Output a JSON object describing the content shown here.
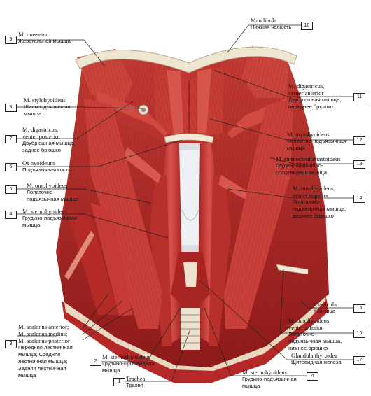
{
  "labels": [
    {
      "id": "masseter",
      "num": "9",
      "la": "M. masseter",
      "ru": [
        "Жевательная мышца"
      ]
    },
    {
      "id": "stylohyoideus",
      "num": "8",
      "la": "M. stylohyoideus",
      "ru": [
        "Шилоподъязычная",
        "мышца"
      ]
    },
    {
      "id": "digastricus-post",
      "num": "7",
      "la": "M. digastricus,",
      "la2": "venter posterior",
      "ru": [
        "Двубрюшная мышца,",
        "заднее брюшко"
      ]
    },
    {
      "id": "os-hyoideum",
      "num": "6",
      "la": "Os hyoideum",
      "ru": [
        "Подъязычная кость"
      ]
    },
    {
      "id": "omohyoideus",
      "num": "5",
      "la": "M. omohyoideus",
      "ru": [
        "Лопаточно-",
        "подъязычная мышца"
      ]
    },
    {
      "id": "sternohyoideus-l",
      "num": "4",
      "la": "M. sternohyoideus",
      "ru": [
        "Грудино-подъязычная",
        "мышца"
      ]
    },
    {
      "id": "scaleni",
      "num": "3",
      "la": "M. scalenus anterior;",
      "la2": "M. scalenus medius;",
      "la3": "M. scalenus posterior",
      "ru": [
        "Передняя лестничная",
        "мышца; Средняя",
        "лестничная мышца;",
        "Задняя лестничная",
        "мышца"
      ]
    },
    {
      "id": "sternothyroideus",
      "num": "2",
      "la": "M. sternothyroideus",
      "ru": [
        "Грудино-щитовидная",
        "мышца"
      ]
    },
    {
      "id": "trachea",
      "num": "1",
      "la": "Trachea",
      "ru": [
        "Трахея"
      ]
    },
    {
      "id": "mandibula",
      "num": "10",
      "la": "Mandibula",
      "ru": [
        "Нижняя челюсть"
      ]
    },
    {
      "id": "digastricus-ant",
      "num": "11",
      "la": "M. digastricus,",
      "la2": "venter anterior",
      "ru": [
        "Двубрюшная мышца,",
        "переднее брюшко"
      ]
    },
    {
      "id": "mylohyoideus",
      "num": "12",
      "la": "M. mylohyoideus",
      "ru": [
        "Челюстно-подъязычная",
        "мышца"
      ]
    },
    {
      "id": "sternocleido",
      "num": "13",
      "la": "M. sternocleidomastoideus",
      "ru": [
        "Грудино-ключично-",
        "сосцевидная мышца"
      ]
    },
    {
      "id": "omohyoideus-sup",
      "num": "14",
      "la": "M. omohyoideus,",
      "la2": "venter superior",
      "ru": [
        "Лопаточно-",
        "подъязычная мышца,",
        "верхнее брюшко"
      ]
    },
    {
      "id": "clavicula",
      "num": "15",
      "la": "Clavicula",
      "ru": [
        "Ключица"
      ]
    },
    {
      "id": "omohyoideus-inf",
      "num": "16",
      "la": "M. omohyoideus,",
      "la2": "venter inferior",
      "ru": [
        "Лопаточно-",
        "подъязычная мышца,",
        "нижнее брюшко"
      ]
    },
    {
      "id": "glandula",
      "num": "17",
      "la": "Glandula thyroidea",
      "ru": [
        "Щитовидная железа"
      ]
    },
    {
      "id": "sternohyoideus-r",
      "num": "4",
      "la": "M. sternohyoideus",
      "ru": [
        "Грудино-подъязычная",
        "мышца"
      ]
    }
  ]
}
